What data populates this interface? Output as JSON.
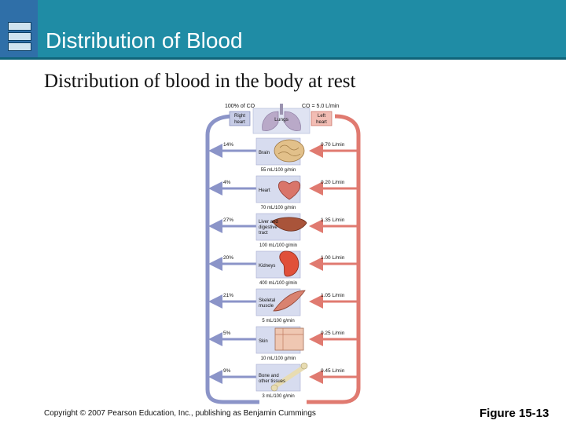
{
  "header": {
    "title": "Distribution of Blood",
    "accent_color": "#1f8ca5",
    "logo_icon": "stacked-bars-logo-icon"
  },
  "subtitle": "Distribution of blood in the body at rest",
  "diagram": {
    "top_left_label": "100% of CO",
    "top_right_label": "CO = 5.0 L/min",
    "right_heart_label": [
      "Right",
      "heart"
    ],
    "left_heart_label": [
      "Left",
      "heart"
    ],
    "lungs_label": "Lungs",
    "return_color": "#8b94c8",
    "supply_color": "#e07a70",
    "organs": [
      {
        "name": [
          "Brain"
        ],
        "percent": "14%",
        "flow": "0.70 L/min",
        "rate": "55 mL/100 g/min",
        "icon": "brain-icon"
      },
      {
        "name": [
          "Heart"
        ],
        "percent": "4%",
        "flow": "0.20 L/min",
        "rate": "70 mL/100 g/min",
        "icon": "heart-organ-icon"
      },
      {
        "name": [
          "Liver and",
          "digestive",
          "tract"
        ],
        "percent": "27%",
        "flow": "1.35 L/min",
        "rate": "100 mL/100 g/min",
        "icon": "liver-icon"
      },
      {
        "name": [
          "Kidneys"
        ],
        "percent": "20%",
        "flow": "1.00 L/min",
        "rate": "400 mL/100 g/min",
        "icon": "kidney-icon"
      },
      {
        "name": [
          "Skeletal",
          "muscle"
        ],
        "percent": "21%",
        "flow": "1.05 L/min",
        "rate": "5 mL/100 g/min",
        "icon": "muscle-icon"
      },
      {
        "name": [
          "Skin"
        ],
        "percent": "5%",
        "flow": "0.25 L/min",
        "rate": "10 mL/100 g/min",
        "icon": "skin-icon"
      },
      {
        "name": [
          "Bone and",
          "other tissues"
        ],
        "percent": "9%",
        "flow": "0.45 L/min",
        "rate": "3 mL/100 g/min",
        "icon": "bone-icon"
      }
    ]
  },
  "footer": {
    "copyright": "Copyright © 2007 Pearson Education, Inc., publishing as Benjamin Cummings",
    "figure_label": "Figure 15-13"
  }
}
